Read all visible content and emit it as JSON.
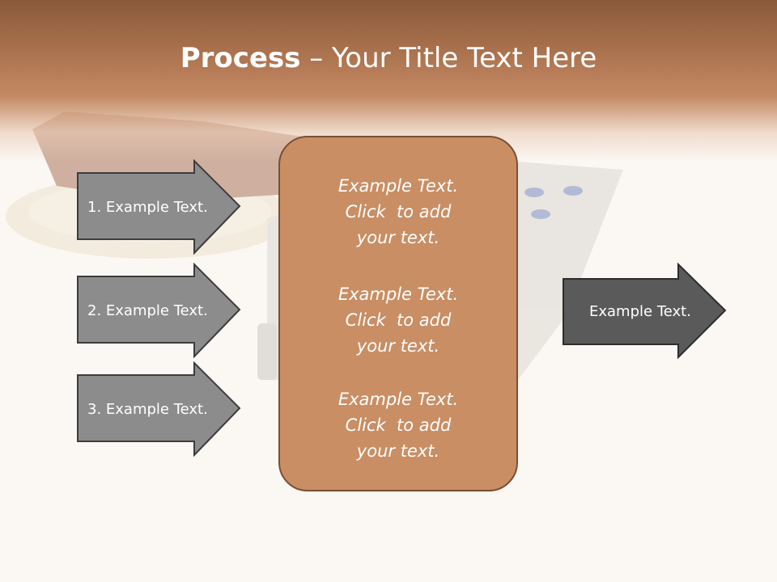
{
  "slide": {
    "title_bold": "Process",
    "title_rest": " – Your Title Text Here"
  },
  "inputs": [
    {
      "label": "1. Example Text."
    },
    {
      "label": "2. Example Text."
    },
    {
      "label": "3. Example Text."
    }
  ],
  "center": {
    "paragraphs": [
      {
        "lines": [
          "Example Text.",
          "Click  to add",
          "your text."
        ]
      },
      {
        "lines": [
          "Example Text.",
          "Click  to add",
          "your text."
        ]
      },
      {
        "lines": [
          "Example Text.",
          "Click  to add",
          "your text."
        ]
      }
    ]
  },
  "output": {
    "label": "Example Text."
  },
  "colors": {
    "accent": "#c98e64",
    "input_arrow": "#8c8c8c",
    "output_arrow": "#5a5a5a",
    "header": "#a8704c"
  }
}
